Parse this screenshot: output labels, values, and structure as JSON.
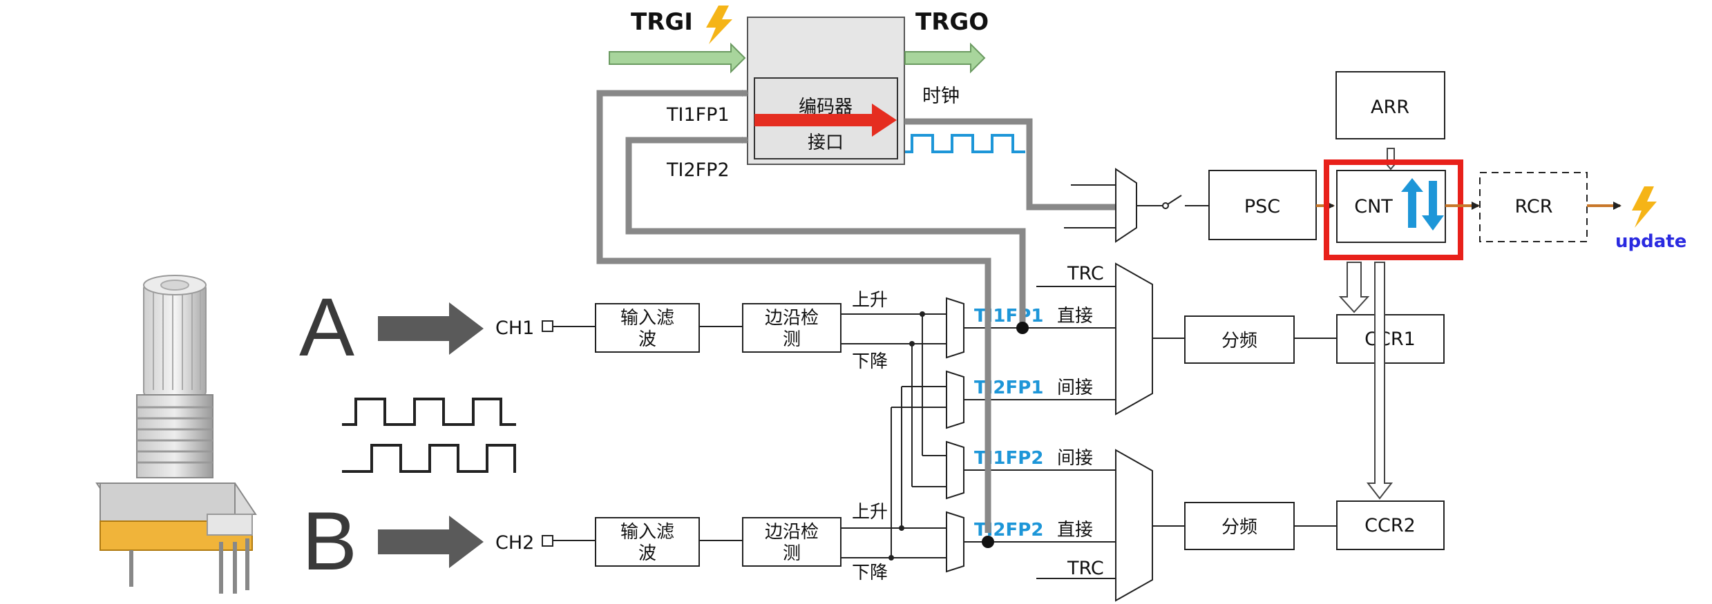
{
  "top": {
    "trgi": "TRGI",
    "trgo": "TRGO",
    "encoder_line1": "编码器",
    "encoder_line2": "接口",
    "ti1fp1": "TI1FP1",
    "ti2fp2": "TI2FP2",
    "clock": "时钟"
  },
  "timebase": {
    "arr": "ARR",
    "psc": "PSC",
    "cnt": "CNT",
    "rcr": "RCR",
    "update": "update"
  },
  "channels": {
    "a_letter": "A",
    "b_letter": "B",
    "ch1": "CH1",
    "ch2": "CH2",
    "filter_line1": "输入滤",
    "filter_line2": "波",
    "edge_line1": "边沿检",
    "edge_line2": "测",
    "rise": "上升",
    "fall": "下降",
    "ti1fp1": "TI1FP1",
    "ti2fp1": "TI2FP1",
    "ti1fp2": "TI1FP2",
    "ti2fp2": "TI2FP2",
    "direct": "直接",
    "indirect": "间接",
    "trc": "TRC",
    "prescaler": "分频",
    "ccr1": "CCR1",
    "ccr2": "CCR2"
  },
  "colors": {
    "red": "#e52d20",
    "blue": "#1d96d8",
    "highlight": "#e8201a",
    "green": "#a8d59c",
    "orange": "#c8772a",
    "gold": "#f5b417",
    "update_text": "#2a2ae0"
  }
}
